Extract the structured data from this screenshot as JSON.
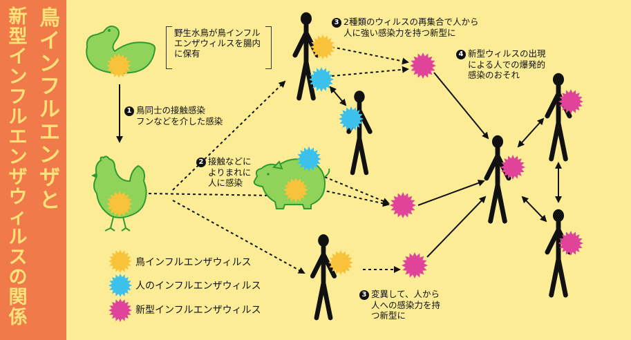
{
  "title": {
    "line1": "鳥インフルエンザと",
    "line2": "新型インフルエンザウィルスの関係"
  },
  "colors": {
    "sidebar": "#f07a4a",
    "panel": "#fbec95",
    "title_text": "#ffe27a",
    "bird_virus": "#f8c33a",
    "human_virus": "#3cc0ec",
    "new_virus": "#e0449a",
    "animal": "#8fd35a",
    "animal_outline": "#2f9a2f"
  },
  "annotations": {
    "wild_bird": {
      "line1": "野生水鳥が鳥インフル",
      "line2": "エンザウィルスを腸内",
      "line3": "に保有"
    },
    "step1": {
      "num": "1",
      "line1": "鳥同士の接触感染",
      "line2": "フンなどを介した感染"
    },
    "step2": {
      "num": "2",
      "line1": "接触などに",
      "line2": "よりまれに",
      "line3": "人に感染"
    },
    "step3a": {
      "num": "3",
      "line1": "2種類のウィルスの再集合で人から",
      "line2": "人に強い感染力を持つ新型に"
    },
    "step3b": {
      "num": "3",
      "line1": "変異して、人から",
      "line2": "人への感染力を持",
      "line3": "つ新型に"
    },
    "step4": {
      "num": "4",
      "line1": "新型ウィルスの出現",
      "line2": "による人での爆発的",
      "line3": "感染のおそれ"
    }
  },
  "legend": [
    {
      "label": "鳥インフルエンザウィルス",
      "icon": "bird-virus-icon"
    },
    {
      "label": "人のインフルエンザウィルス",
      "icon": "human-virus-icon"
    },
    {
      "label": "新型インフルエンザウィルス",
      "icon": "new-virus-icon"
    }
  ]
}
